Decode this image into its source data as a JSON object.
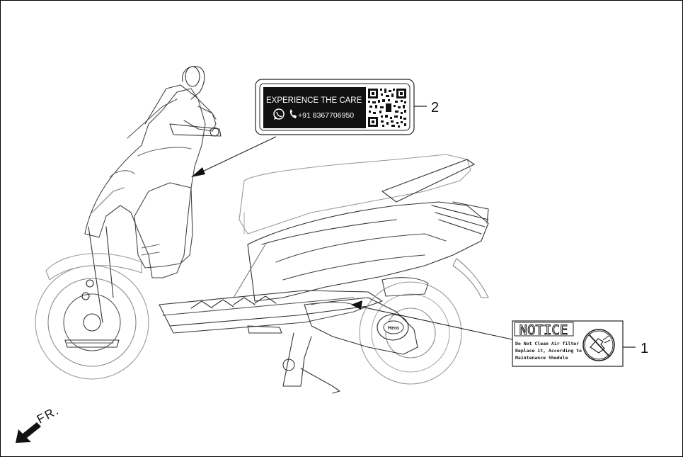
{
  "sticker_care": {
    "line1": "EXPERIENCE THE CARE",
    "phone": "+91 8367706950",
    "callout": "2",
    "icons": [
      "whatsapp-icon",
      "phone-icon",
      "qr-code"
    ]
  },
  "sticker_notice": {
    "heading": "NOTICE",
    "line1": "Do Not Clean Air filter",
    "line2": "Replace it, According to",
    "line3": "Maintenance Shedule",
    "callout": "1",
    "icons": [
      "no-clean-prohibition-icon"
    ]
  },
  "direction": {
    "label": "FR.",
    "icon": "front-arrow-icon"
  },
  "brand_badge": "Hero"
}
